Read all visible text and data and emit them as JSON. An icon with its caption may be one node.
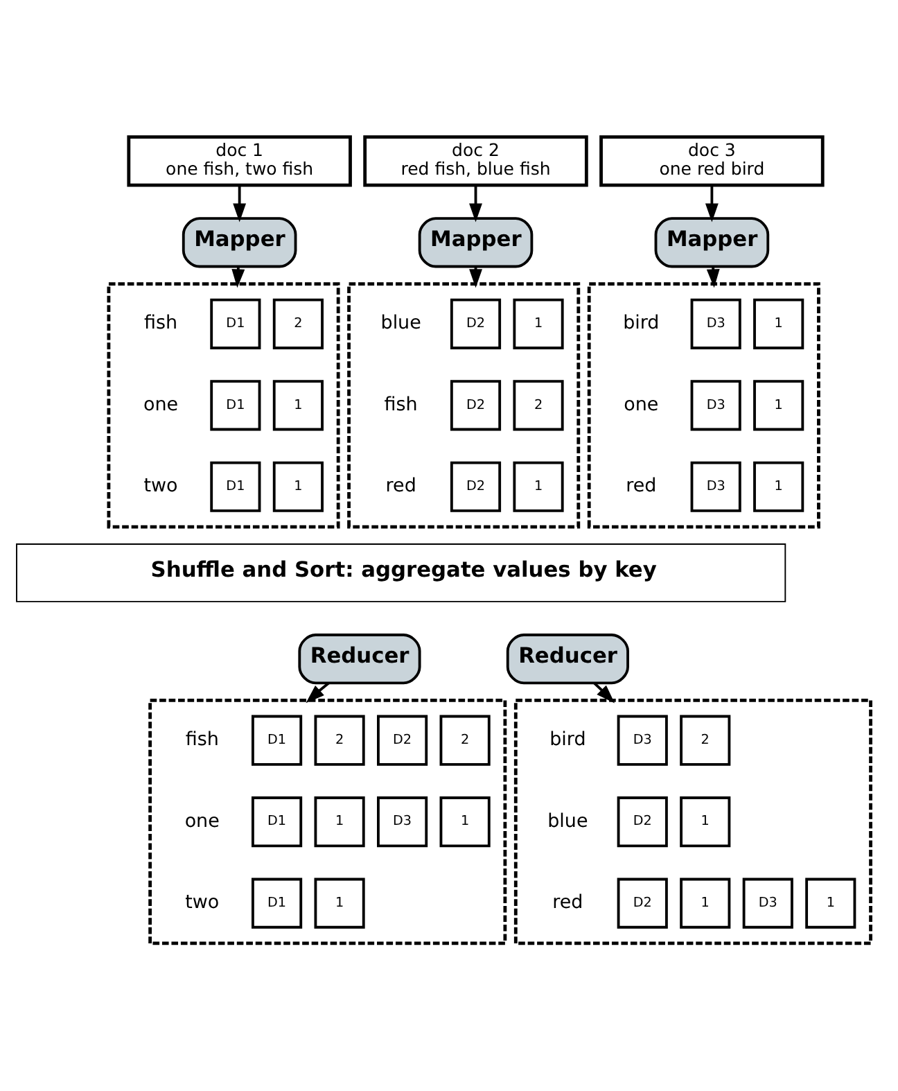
{
  "diagram": {
    "nodes": [
      {
        "text": [
          "doc 1",
          "one fish, two fish"
        ]
      },
      {
        "text": [
          "doc 2",
          "red fish, blue fish"
        ]
      },
      {
        "text": [
          "doc 3",
          "one red bird"
        ]
      },
      {
        "text": [
          "Mapper"
        ]
      },
      {
        "text": [
          "Mapper"
        ]
      },
      {
        "text": [
          "Mapper"
        ]
      },
      {
        "text": [],
        "shape": "box"
      },
      {
        "text": [
          "D1"
        ],
        "in": 6
      },
      {
        "text": [
          "2"
        ],
        "in": 6
      },
      {
        "text": [
          "D1"
        ],
        "in": 6
      },
      {
        "text": [
          "1"
        ],
        "in": 6
      },
      {
        "text": [
          "D1"
        ],
        "in": 6
      },
      {
        "text": [
          "1"
        ],
        "in": 6
      },
      {
        "text": [],
        "shape": "box"
      },
      {
        "text": [
          "D2"
        ],
        "in": 13
      },
      {
        "text": [
          "1"
        ],
        "in": 13
      },
      {
        "text": [
          "D2"
        ],
        "in": 13
      },
      {
        "text": [
          "2"
        ],
        "in": 13
      },
      {
        "text": [
          "D2"
        ],
        "in": 13
      },
      {
        "text": [
          "1"
        ],
        "in": 13
      },
      {
        "text": [],
        "shape": "box"
      },
      {
        "text": [
          "D3"
        ],
        "in": 20
      },
      {
        "text": [
          "1"
        ],
        "in": 20
      },
      {
        "text": [
          "D3"
        ],
        "in": 20
      },
      {
        "text": [
          "1"
        ],
        "in": 20
      },
      {
        "text": [
          "D3"
        ],
        "in": 20
      },
      {
        "text": [
          "1"
        ],
        "in": 20
      },
      {
        "text": [
          "Shuffle and Sort: aggregate values by key"
        ]
      },
      {
        "text": [
          "Reducer"
        ]
      },
      {
        "text": [
          "Reducer"
        ]
      },
      {
        "text": [],
        "shape": "box"
      },
      {
        "text": [
          "D1"
        ],
        "in": 30
      },
      {
        "text": [
          "2"
        ],
        "in": 30
      },
      {
        "text": [
          "D2"
        ],
        "in": 30
      },
      {
        "text": [
          "2"
        ],
        "in": 30
      },
      {
        "text": [
          "D1"
        ],
        "in": 30
      },
      {
        "text": [
          "1"
        ],
        "in": 30
      },
      {
        "text": [
          "D3"
        ],
        "in": 30
      },
      {
        "text": [
          "1"
        ],
        "in": 30
      },
      {
        "text": [
          "D1"
        ],
        "in": 30
      },
      {
        "text": [
          "1"
        ],
        "in": 30
      },
      {
        "text": [],
        "shape": "box"
      },
      {
        "text": [
          "D3"
        ],
        "in": 41
      },
      {
        "text": [
          "2"
        ],
        "in": 41
      },
      {
        "text": [
          "D2"
        ],
        "in": 41
      },
      {
        "text": [
          "1"
        ],
        "in": 41
      },
      {
        "text": [
          "D2"
        ],
        "in": 41
      },
      {
        "text": [
          "1"
        ],
        "in": 41
      },
      {
        "text": [
          "D3"
        ],
        "in": 41
      },
      {
        "text": [
          "1"
        ],
        "in": 41
      }
    ],
    "edges": [
      {
        "from": 0,
        "to": 3,
        "arrow": "to"
      },
      {
        "from": 1,
        "to": 4,
        "arrow": "to"
      },
      {
        "from": 2,
        "to": 5,
        "arrow": "to"
      },
      {
        "from": 3,
        "to": 6,
        "arrow": "to"
      },
      {
        "from": 4,
        "to": 13,
        "arrow": "to"
      },
      {
        "from": 5,
        "to": 20,
        "arrow": "to"
      },
      {
        "from": 28,
        "to": 30,
        "arrow": "to"
      },
      {
        "from": 29,
        "to": 41,
        "arrow": "to"
      }
    ],
    "labels": [
      "fish",
      "one",
      "two",
      "blue",
      "fish",
      "red",
      "bird",
      "one",
      "red",
      "fish",
      "one",
      "two",
      "bird",
      "blue",
      "red"
    ]
  }
}
